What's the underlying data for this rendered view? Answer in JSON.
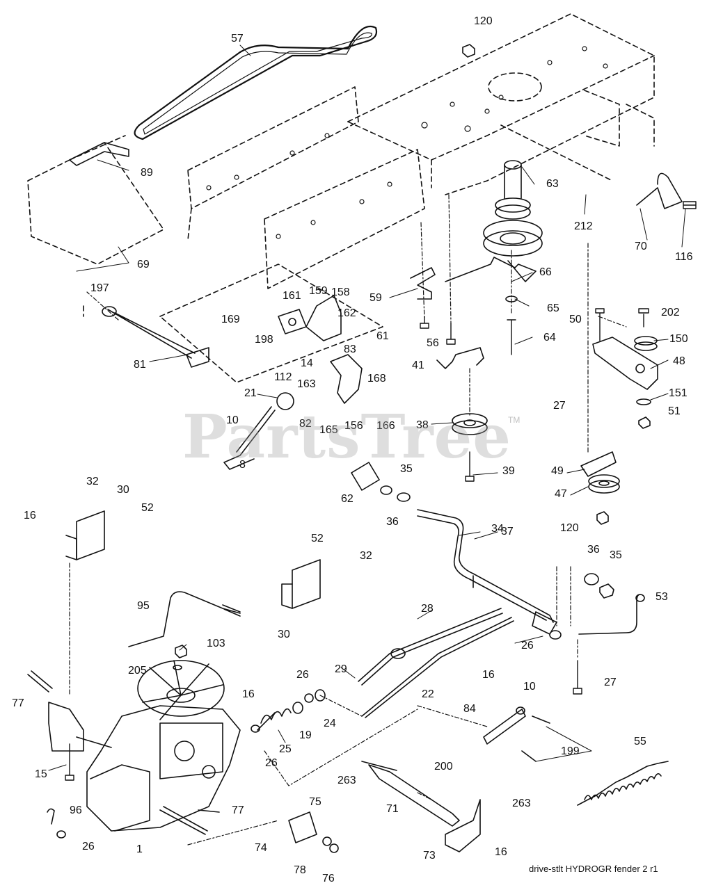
{
  "watermark": "PartsTree",
  "trademark": "TM",
  "footer": "drive-stlt HYDROGR fender 2 r1",
  "callouts": {
    "c57": "57",
    "c120a": "120",
    "c89": "89",
    "c63": "63",
    "c212": "212",
    "c70": "70",
    "c116": "116",
    "c69": "69",
    "c197": "197",
    "c161": "161",
    "c159": "159",
    "c158": "158",
    "c66": "66",
    "c59": "59",
    "c169": "169",
    "c162": "162",
    "c65": "65",
    "c198": "198",
    "c61": "61",
    "c56": "56",
    "c64": "64",
    "c50": "50",
    "c202": "202",
    "c150": "150",
    "c81": "81",
    "c112": "112",
    "c14": "14",
    "c83": "83",
    "c163": "163",
    "c168": "168",
    "c41": "41",
    "c48": "48",
    "c21": "21",
    "c27a": "27",
    "c151": "151",
    "c10a": "10",
    "c82": "82",
    "c165": "165",
    "c156": "156",
    "c166": "166",
    "c38": "38",
    "c51": "51",
    "c8": "8",
    "c39": "39",
    "c49": "49",
    "c32a": "32",
    "c30a": "30",
    "c35a": "35",
    "c62": "62",
    "c47": "47",
    "c16a": "16",
    "c52a": "52",
    "c36a": "36",
    "c120b": "120",
    "c34": "34",
    "c37": "37",
    "c52b": "52",
    "c32b": "32",
    "c36b": "36",
    "c35b": "35",
    "c53": "53",
    "c95": "95",
    "c28": "28",
    "c30b": "30",
    "c103": "103",
    "c26a": "26",
    "c205": "205",
    "c29": "29",
    "c10b": "10",
    "c22": "22",
    "c27b": "27",
    "c26b": "26",
    "c16b": "16",
    "c16c": "16",
    "c77a": "77",
    "c24": "24",
    "c19": "19",
    "c84": "84",
    "c25": "25",
    "c26c": "26",
    "c55": "55",
    "c15": "15",
    "c199": "199",
    "c200": "200",
    "c263a": "263",
    "c71": "71",
    "c263b": "263",
    "c96": "96",
    "c77b": "77",
    "c75": "75",
    "c26d": "26",
    "c1": "1",
    "c74": "74",
    "c73": "73",
    "c16d": "16",
    "c78": "78",
    "c76": "76"
  }
}
